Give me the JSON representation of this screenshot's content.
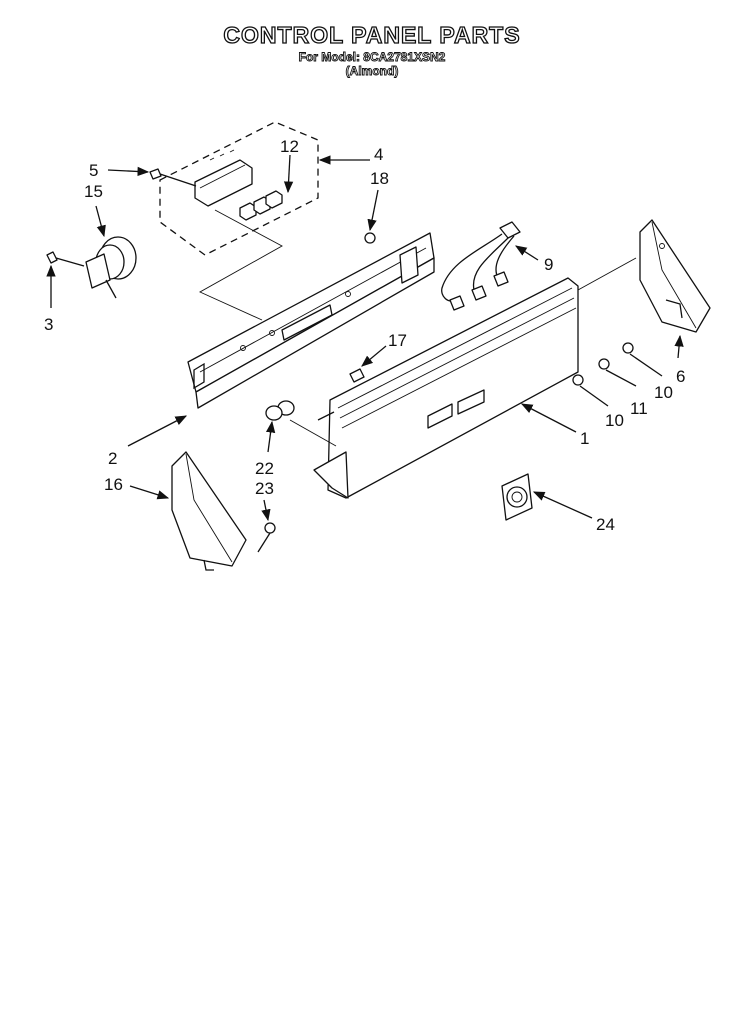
{
  "header": {
    "title": "CONTROL PANEL PARTS",
    "model_line": "For Model: 8CA2781XSN2",
    "color_line": "(Almond)"
  },
  "callouts": [
    "1",
    "2",
    "3",
    "4",
    "5",
    "6",
    "9",
    "10",
    "10",
    "11",
    "12",
    "15",
    "16",
    "17",
    "18",
    "22",
    "23",
    "24"
  ]
}
